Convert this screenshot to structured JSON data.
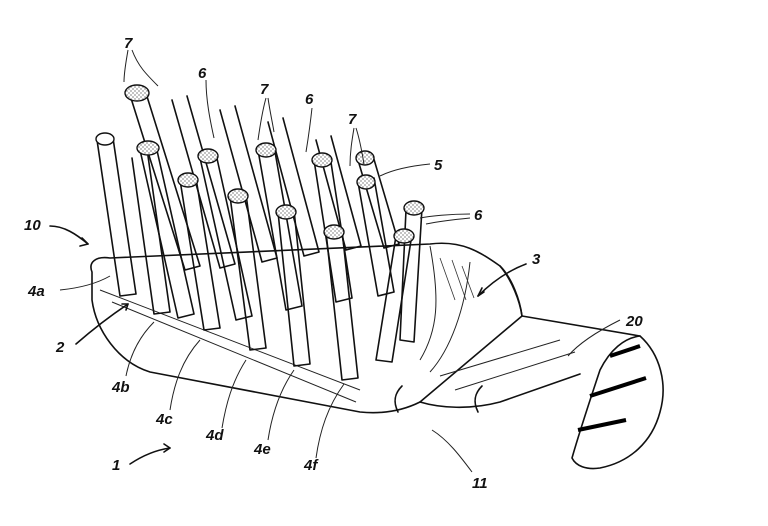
{
  "figure": {
    "labels": {
      "ref_7a": "7",
      "ref_6a": "6",
      "ref_7b": "7",
      "ref_6b": "6",
      "ref_7c": "7",
      "ref_5": "5",
      "ref_6c": "6",
      "ref_10": "10",
      "ref_3": "3",
      "ref_20": "20",
      "ref_4a": "4a",
      "ref_2": "2",
      "ref_4b": "4b",
      "ref_4c": "4c",
      "ref_4d": "4d",
      "ref_4e": "4e",
      "ref_4f": "4f",
      "ref_1": "1",
      "ref_11": "11"
    }
  }
}
